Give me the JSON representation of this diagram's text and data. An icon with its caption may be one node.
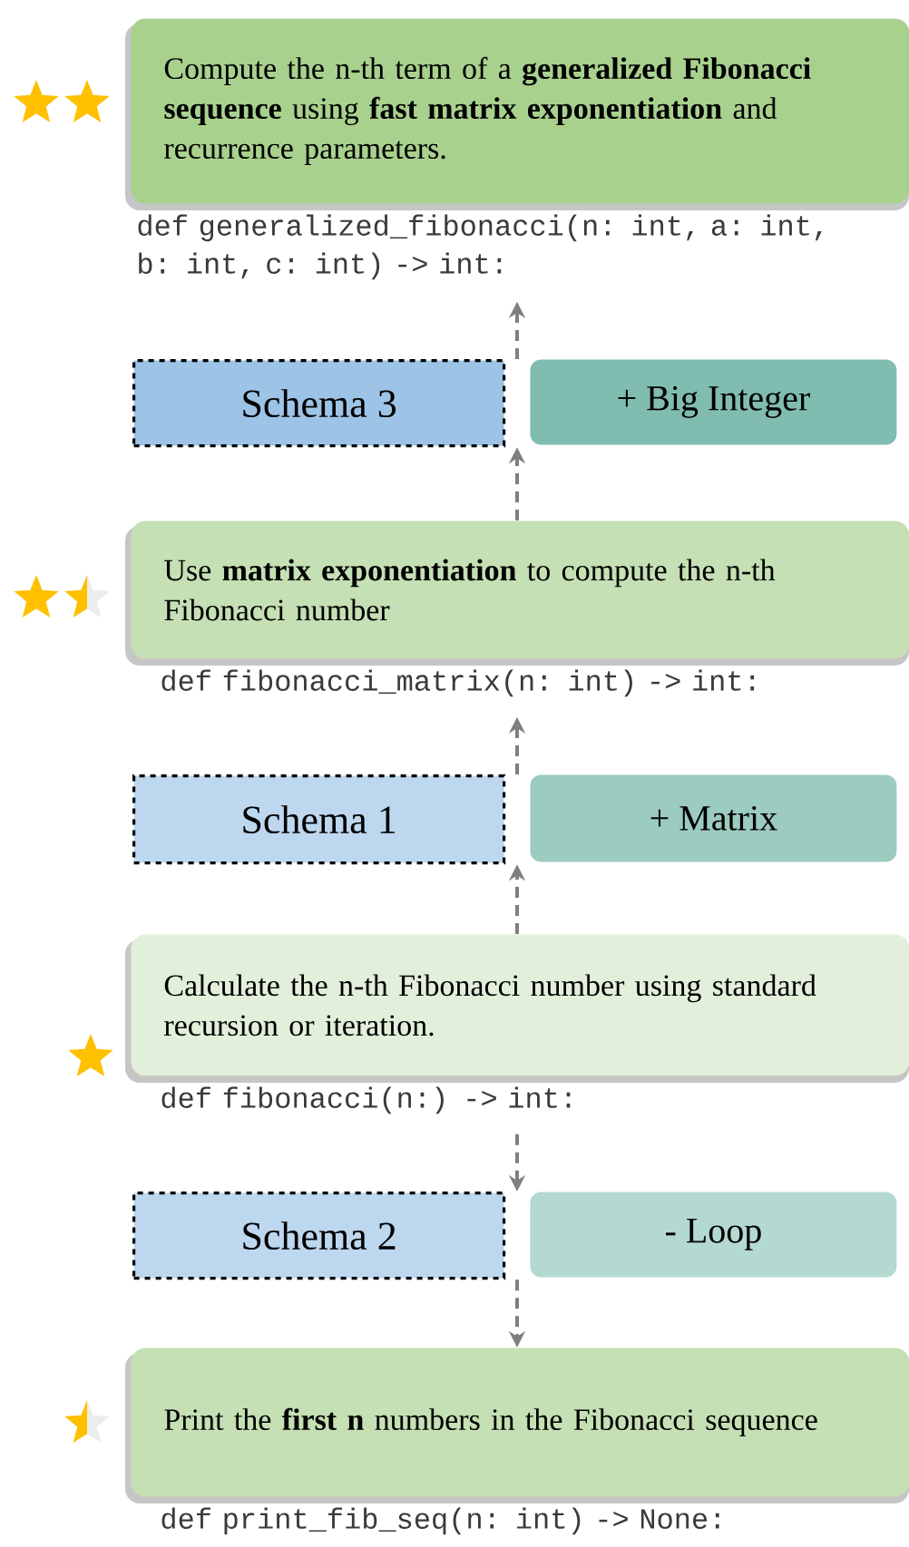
{
  "diagram": {
    "nodes": [
      {
        "text": [
          "Compute the n-th term of a **generalized Fibonacci sequence** using **fast matrix exponentiation** and recurrence parameters."
        ],
        "beside": [
          "def generalized_fibonacci(n: int, a: int, b: int, c: int) -> int:"
        ]
      },
      {
        "text": [
          "Schema 3"
        ]
      },
      {
        "text": [
          "+ Big Integer"
        ]
      },
      {
        "text": [
          "Use **matrix exponentiation** to compute the n-th Fibonacci number"
        ],
        "beside": [
          "def fibonacci_matrix(n: int) -> int:"
        ]
      },
      {
        "text": [
          "Schema 1"
        ]
      },
      {
        "text": [
          "+ Matrix"
        ]
      },
      {
        "text": [
          "Calculate the n-th Fibonacci number using standard recursion or iteration."
        ],
        "beside": [
          "def fibonacci(n:) -> int:"
        ]
      },
      {
        "text": [
          "Schema 2"
        ]
      },
      {
        "text": [
          "- Loop"
        ]
      },
      {
        "text": [
          "Print the **first n** numbers in the Fibonacci sequence"
        ],
        "beside": [
          "def print_fib_seq(n: int) -> None:"
        ]
      }
    ],
    "edges": [
      {
        "from": 6,
        "to": 4,
        "arrow": "to",
        "style": "dashed"
      },
      {
        "from": 4,
        "to": 3,
        "arrow": "to",
        "style": "dashed"
      },
      {
        "from": 3,
        "to": 1,
        "arrow": "to",
        "style": "dashed"
      },
      {
        "from": 1,
        "to": 0,
        "arrow": "to",
        "style": "dashed"
      },
      {
        "from": 6,
        "to": 7,
        "arrow": "to",
        "style": "dashed"
      },
      {
        "from": 7,
        "to": 9,
        "arrow": "to",
        "style": "dashed"
      }
    ]
  }
}
